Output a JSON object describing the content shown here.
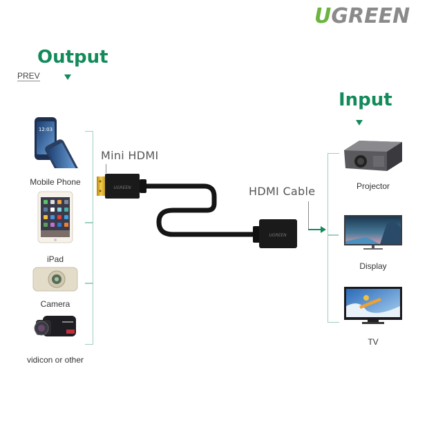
{
  "brand": {
    "logo_first": "U",
    "logo_rest": "GREEN",
    "first_color": "#6cb33f",
    "rest_color": "#8a8a8a"
  },
  "nav": {
    "prev_label": "PREV"
  },
  "output": {
    "heading": "Output",
    "devices": [
      {
        "label": "Mobile Phone",
        "icon": "smartphone-icon"
      },
      {
        "label": "iPad",
        "icon": "tablet-icon"
      },
      {
        "label": "Camera",
        "icon": "camera-icon"
      },
      {
        "label": "vidicon or other",
        "icon": "camcorder-icon"
      }
    ]
  },
  "input": {
    "heading": "Input",
    "devices": [
      {
        "label": "Projector",
        "icon": "projector-icon"
      },
      {
        "label": "Display",
        "icon": "monitor-icon"
      },
      {
        "label": "TV",
        "icon": "tv-icon"
      }
    ]
  },
  "cable": {
    "mini_hdmi_label": "Mini HDMI",
    "hdmi_cable_label": "HDMI Cable",
    "connector_brand": "UGREEN"
  },
  "colors": {
    "accent": "#128a5a",
    "bracket": "#9ccfc2"
  }
}
